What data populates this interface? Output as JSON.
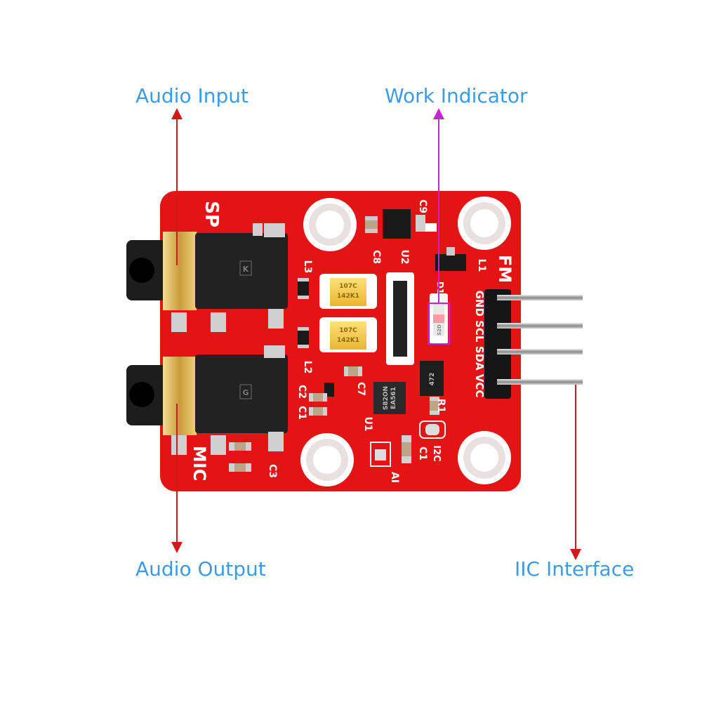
{
  "colors": {
    "callout_text": "#3d9be2",
    "arrow_red": "#d11a1a",
    "arrow_magenta": "#c623d8",
    "pcb": "#e41414",
    "silk": "#ffffff",
    "gold": "#d7b35a"
  },
  "callouts": {
    "audio_input": "Audio Input",
    "work_indicator": "Work Indicator",
    "audio_output": "Audio Output",
    "iic_interface": "IIC Interface"
  },
  "silkscreen": {
    "sp": "SP",
    "mic": "MIC",
    "fm": "FM",
    "pins": "GND SCL SDA VCC",
    "l1": "L1",
    "l2": "L2",
    "l3": "L3",
    "c1": "C1",
    "c2": "C2",
    "c3": "C3",
    "c7": "C7",
    "c8": "C8",
    "c9": "C9",
    "u1": "U1",
    "u2": "U2",
    "r1": "R1",
    "d1": "D1",
    "ai": "AI",
    "i2c": "I2C",
    "jack_top_mark": "K",
    "jack_bottom_mark": "G",
    "cap_top_mark": "107C",
    "cap_bottom_mark": "107C",
    "cap_top_code": "142K1",
    "cap_bottom_code": "142K1",
    "chip_u1_line1": "S82ON",
    "chip_u1_line2": "EA561",
    "chip_r_mark": "472",
    "led_mark": "S2D"
  }
}
